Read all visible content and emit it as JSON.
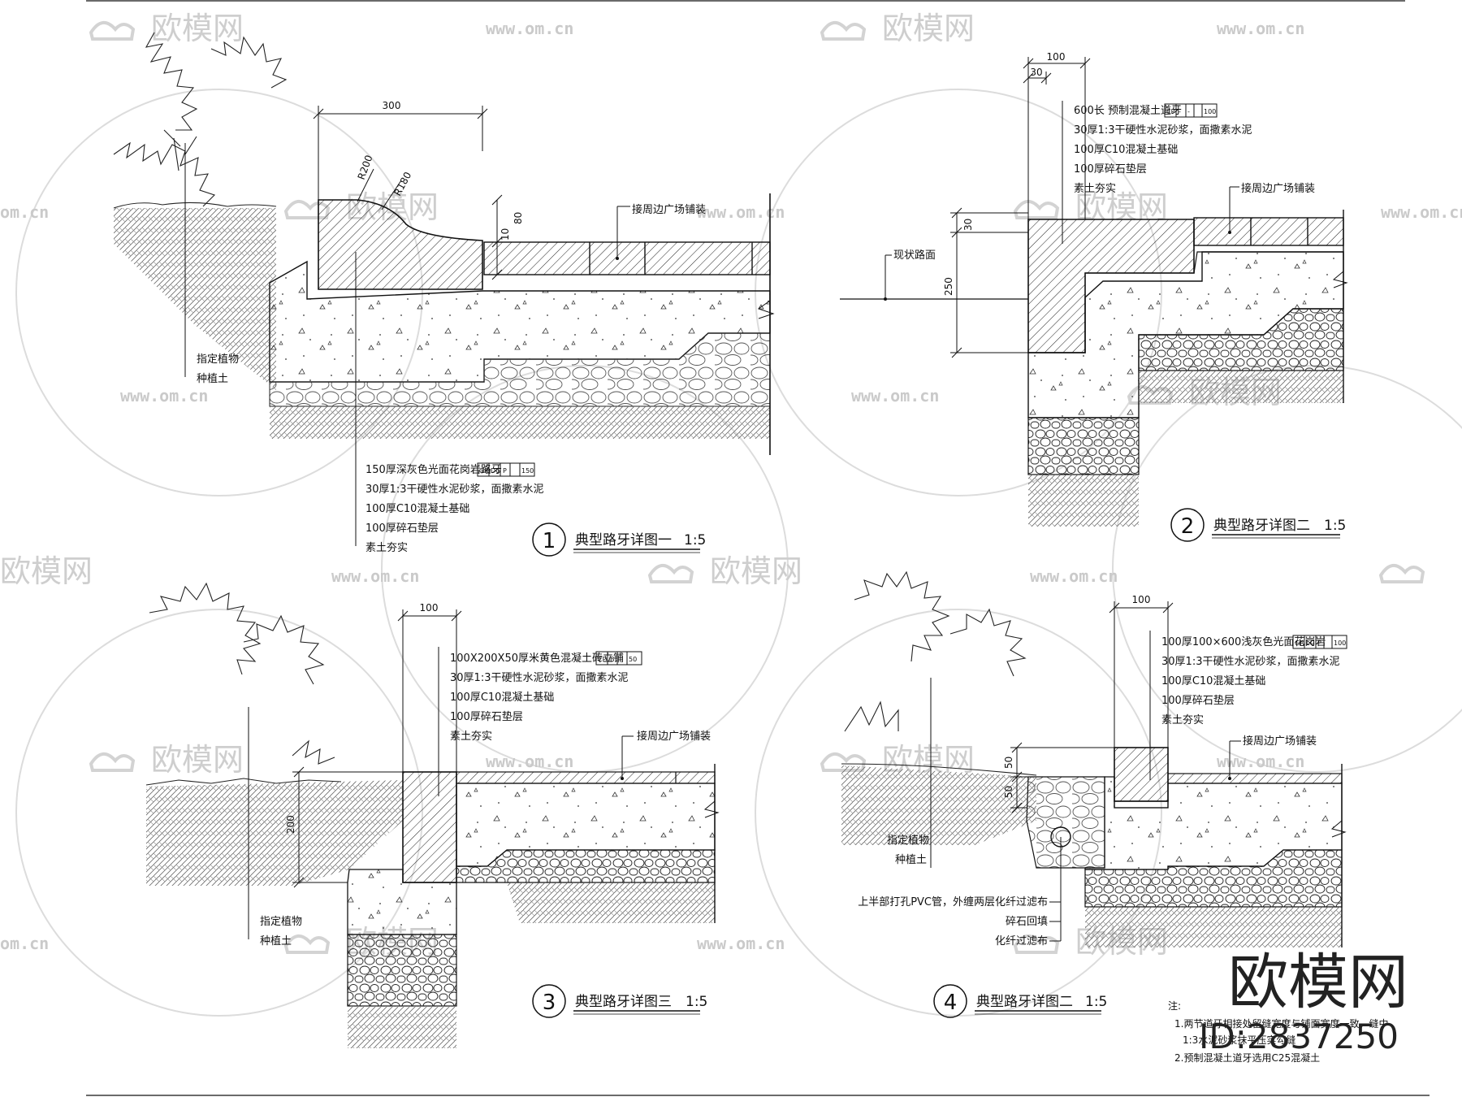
{
  "watermark": {
    "brand": "欧模网",
    "url": "www.om.cn",
    "url_short": "om.cn",
    "id": "ID:2837250"
  },
  "detail1": {
    "number": "1",
    "title": "典型路牙详图一",
    "scale": "1:5",
    "dims": {
      "width": "300",
      "r1": "R200",
      "r2": "R180",
      "h1": "10",
      "h2": "80"
    },
    "side_label": "接周边广场铺装",
    "plant_labels": [
      "指定植物",
      "种植土"
    ],
    "layers": [
      {
        "text": "150厚深灰色光面花岗岩路牙",
        "codes": [
          "GR",
          "DG",
          "P",
          "150"
        ]
      },
      {
        "text": "30厚1:3干硬性水泥砂浆，面撒素水泥"
      },
      {
        "text": "100厚C10混凝土基础"
      },
      {
        "text": "100厚碎石垫层"
      },
      {
        "text": "素土夯实"
      }
    ]
  },
  "detail2": {
    "number": "2",
    "title": "典型路牙详图二",
    "scale": "1:5",
    "dims": {
      "width": "100",
      "inset": "30",
      "h1": "30",
      "h2": "250"
    },
    "side_label": "接周边广场铺装",
    "road_label": "现状路面",
    "layers": [
      {
        "text": "600长 预制混凝土道牙",
        "codes": [
          "CP",
          "-",
          "-",
          "100"
        ]
      },
      {
        "text": "30厚1:3干硬性水泥砂浆，面撒素水泥"
      },
      {
        "text": "100厚C10混凝土基础"
      },
      {
        "text": "100厚碎石垫层"
      },
      {
        "text": "素土夯实"
      }
    ]
  },
  "detail3": {
    "number": "3",
    "title": "典型路牙详图三",
    "scale": "1:5",
    "dims": {
      "width": "100",
      "h": "200"
    },
    "side_label": "接周边广场铺装",
    "plant_labels": [
      "指定植物",
      "种植土"
    ],
    "layers": [
      {
        "text": "100X200X50厚米黄色混凝土砖立铺",
        "codes": [
          "CP",
          "B",
          "-",
          "50"
        ]
      },
      {
        "text": "30厚1:3干硬性水泥砂浆，面撒素水泥"
      },
      {
        "text": "100厚C10混凝土基础"
      },
      {
        "text": "100厚碎石垫层"
      },
      {
        "text": "素土夯实"
      }
    ]
  },
  "detail4": {
    "number": "4",
    "title": "典型路牙详图二",
    "scale": "1:5",
    "dims": {
      "width": "100",
      "h1": "50",
      "h2": "50"
    },
    "side_label": "接周边广场铺装",
    "plant_labels": [
      "指定植物",
      "种植土"
    ],
    "drain_labels": [
      "上半部打孔PVC管，外缠两层化纤过滤布",
      "碎石回填",
      "化纤过滤布"
    ],
    "layers": [
      {
        "text": "100厚100×600浅灰色光面花岗岩",
        "codes": [
          "GR",
          "LG",
          "P",
          "100"
        ]
      },
      {
        "text": "30厚1:3干硬性水泥砂浆，面撒素水泥"
      },
      {
        "text": "100厚C10混凝土基础"
      },
      {
        "text": "100厚碎石垫层"
      },
      {
        "text": "素土夯实"
      }
    ]
  },
  "notes": {
    "heading": "注:",
    "lines": [
      "1.两节道牙相接处留缝宽度与铺面宽度一致，缝中",
      "1:3水泥砂浆抹平压实勾缝",
      "2.预制混凝土道牙选用C25混凝土"
    ]
  }
}
